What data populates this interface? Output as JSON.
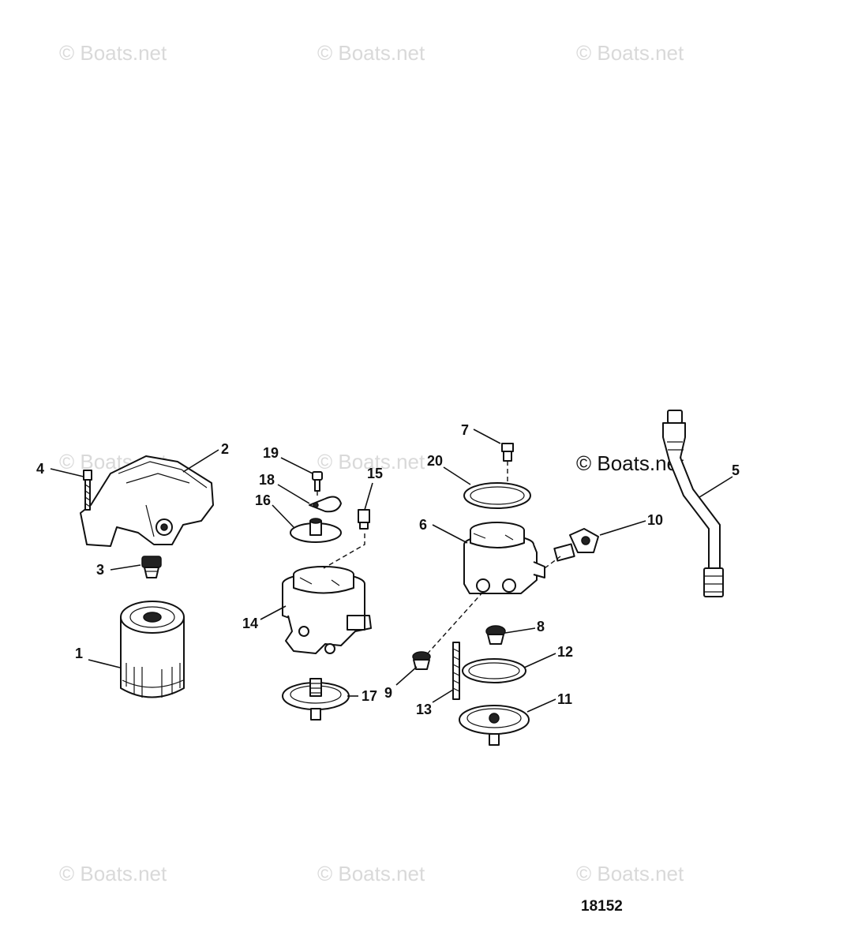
{
  "watermark": {
    "text": "© Boats.net",
    "prominent_text": "© Boats.net"
  },
  "figure_number": "18152",
  "callouts": {
    "c1": "1",
    "c2": "2",
    "c3": "3",
    "c4": "4",
    "c5": "5",
    "c6": "6",
    "c7": "7",
    "c8": "8",
    "c9": "9",
    "c10": "10",
    "c11": "11",
    "c12": "12",
    "c13": "13",
    "c14": "14",
    "c15": "15",
    "c16": "16",
    "c17": "17",
    "c18": "18",
    "c19": "19",
    "c20": "20"
  }
}
